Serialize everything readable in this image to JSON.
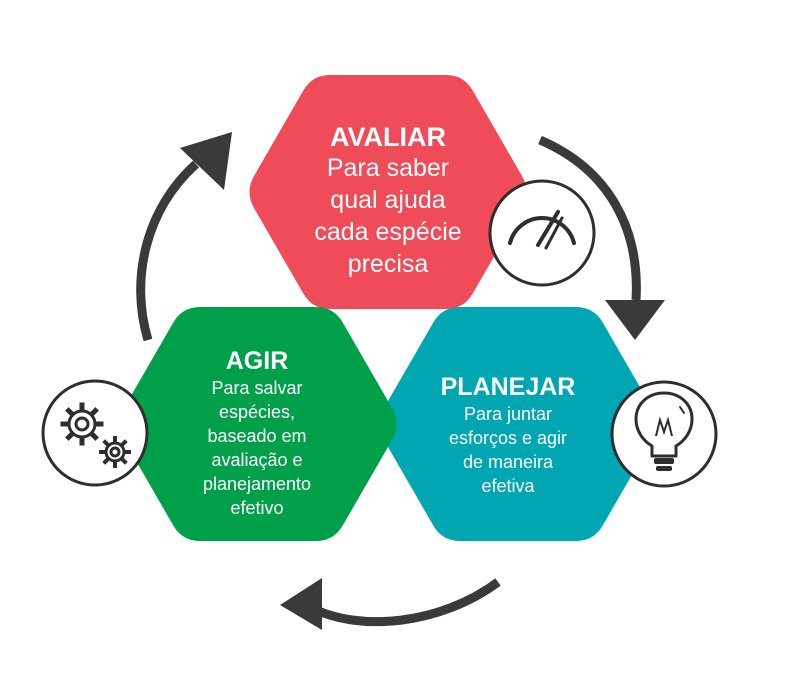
{
  "colors": {
    "avaliar": "#ef4b59",
    "planejar": "#00a6b1",
    "agir": "#00a04b",
    "arrow": "#3a3a3a",
    "icon_stroke": "#2e2e2e"
  },
  "nodes": {
    "avaliar": {
      "title": "AVALIAR",
      "lines": [
        "Para saber",
        "qual ajuda",
        "cada espécie",
        "precisa"
      ],
      "icon": "gauge-icon"
    },
    "planejar": {
      "title": "PLANEJAR",
      "lines": [
        "Para juntar",
        "esforços e agir",
        "de maneira",
        "efetiva"
      ],
      "icon": "lightbulb-icon"
    },
    "agir": {
      "title": "AGIR",
      "lines": [
        "Para salvar",
        "espécies,",
        "baseado em",
        "avaliação e",
        "planejamento",
        "efetivo"
      ],
      "icon": "gears-icon"
    }
  }
}
